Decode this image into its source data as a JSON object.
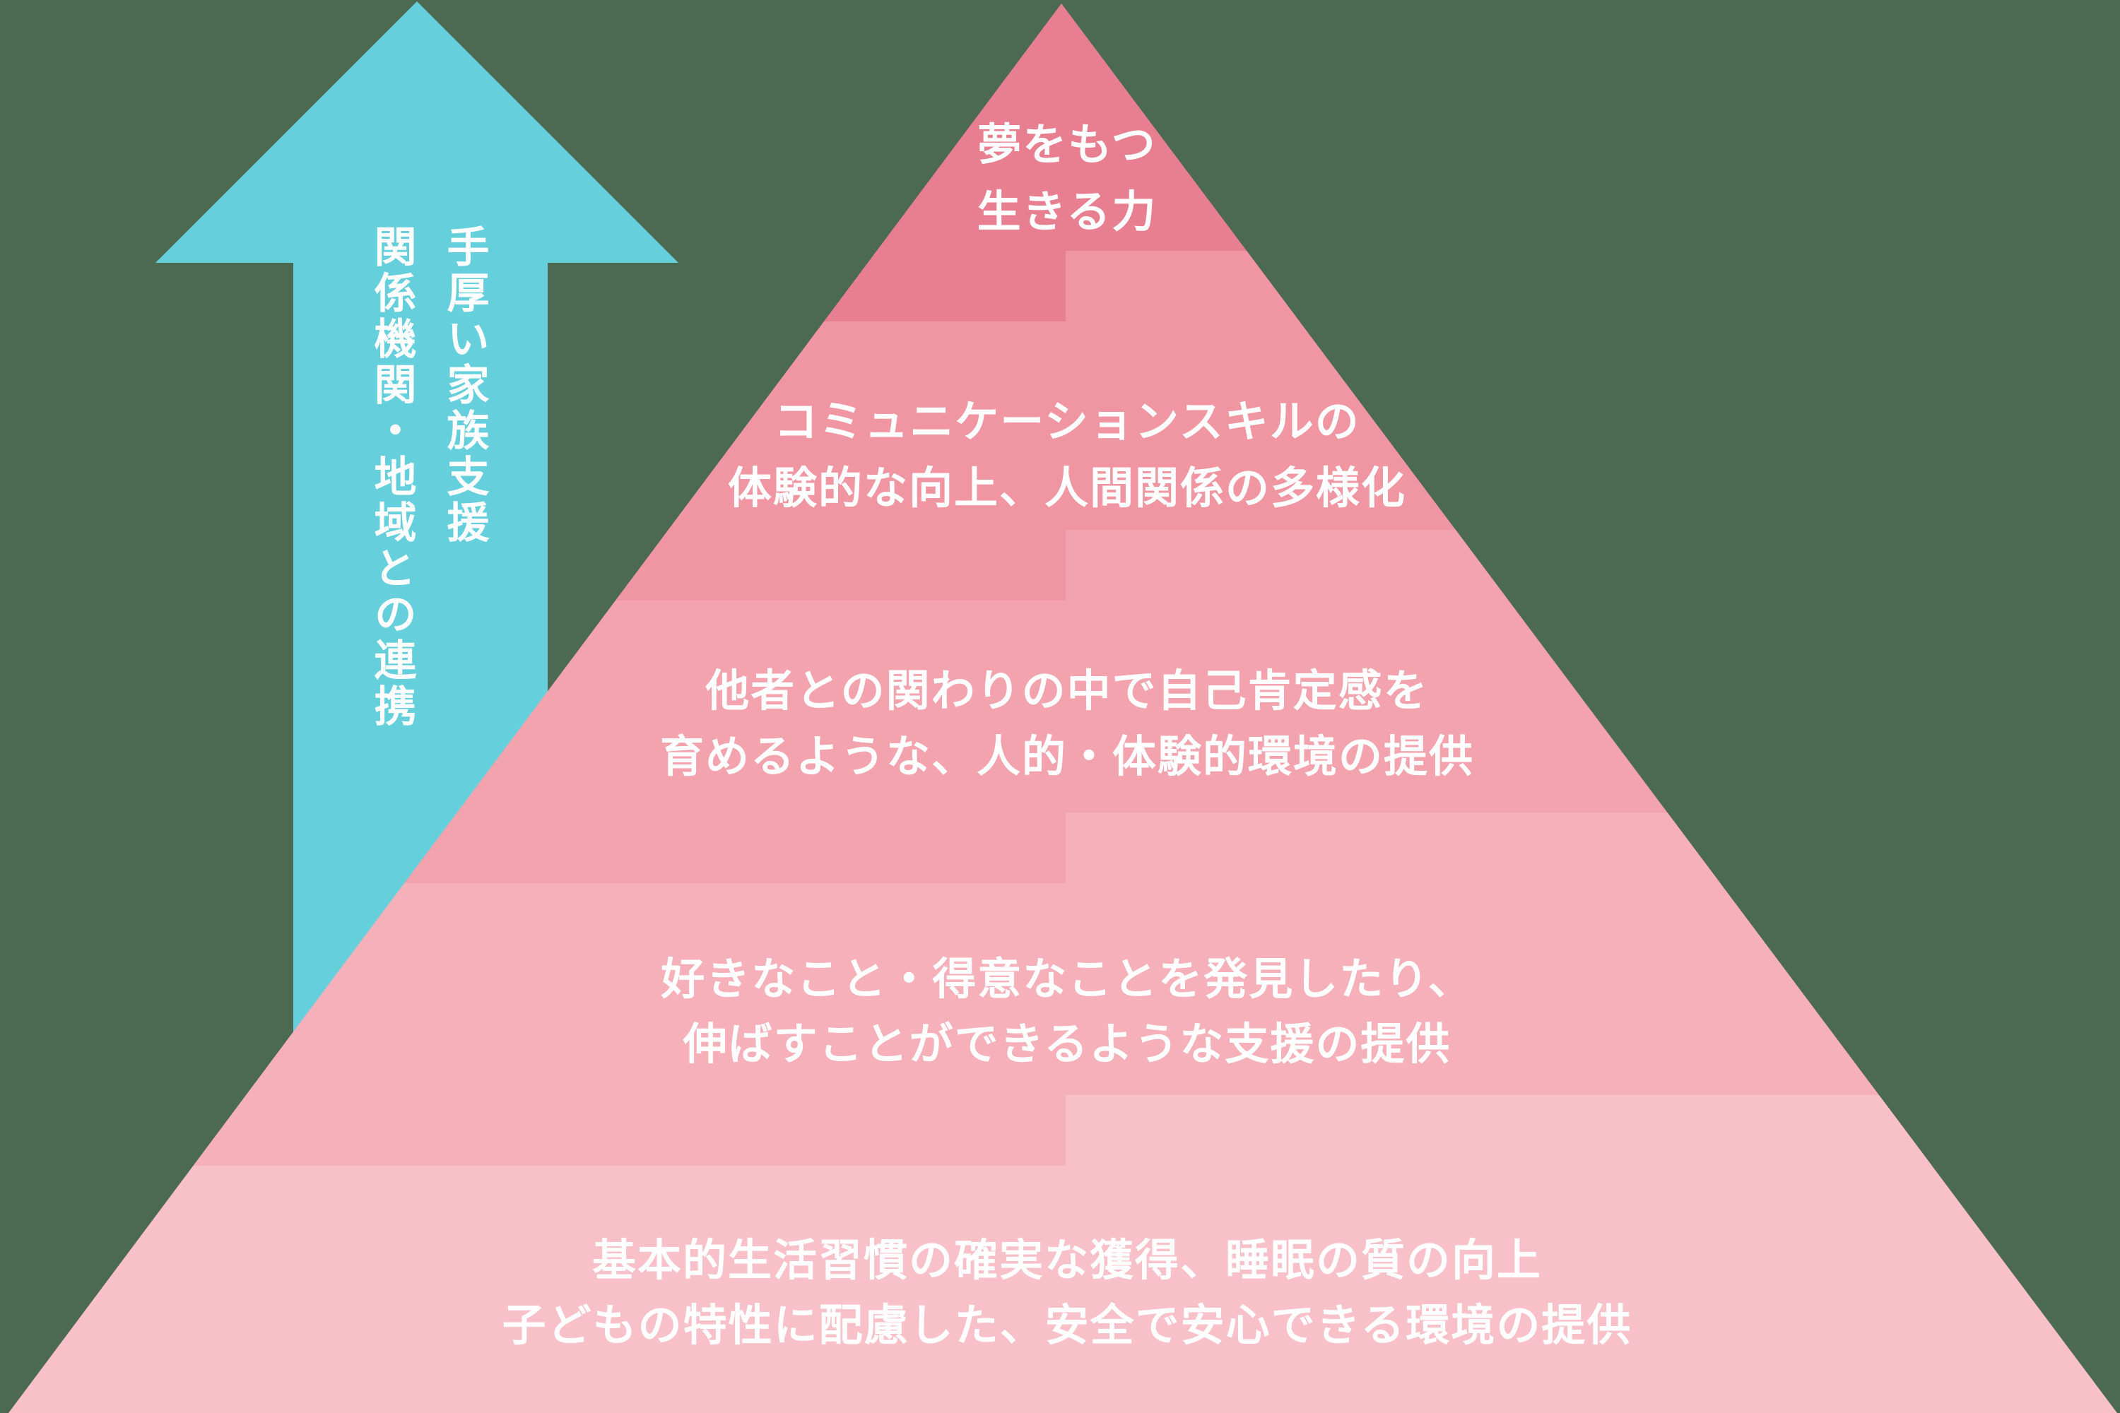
{
  "background_color": "#4C6A52",
  "arrow": {
    "color": "#65CFDC",
    "text_color": "#FFFFFF",
    "lines": [
      "手厚い家族支援",
      "関係機関・地域との連携"
    ]
  },
  "pyramid": {
    "text_color": "#FFFFFF",
    "levels": [
      {
        "rank": 1,
        "color": "#E87F91",
        "label_lines": [
          "夢をもつ",
          "生きる力"
        ]
      },
      {
        "rank": 2,
        "color": "#EF96A2",
        "label_lines": [
          "コミュニケーションスキルの",
          "体験的な向上、人間関係の多様化"
        ]
      },
      {
        "rank": 3,
        "color": "#F2A3AE",
        "label_lines": [
          "他者との関わりの中で自己肯定感を",
          "育めるような、人的・体験的環境の提供"
        ]
      },
      {
        "rank": 4,
        "color": "#F5B0BA",
        "label_lines": [
          "好きなこと・得意なことを発見したり、",
          "伸ばすことができるような支援の提供"
        ]
      },
      {
        "rank": 5,
        "color": "#F8C0C8",
        "label_lines": [
          "基本的生活習慣の確実な獲得、睡眠の質の向上",
          "子どもの特性に配慮した、安全で安心できる環境の提供"
        ]
      }
    ]
  }
}
